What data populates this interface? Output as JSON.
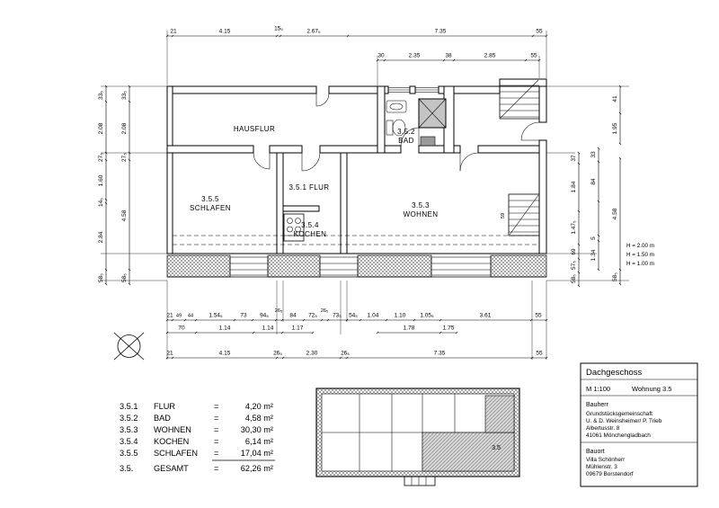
{
  "rooms": {
    "hausflur": "HAUSFLUR",
    "bad_code": "3.5.2",
    "bad": "BAD",
    "schlafen_code": "3.5.5",
    "schlafen": "SCHLAFEN",
    "flur": "3.5.1 FLUR",
    "kochen_code": "3.5.4",
    "kochen": "KOCHEN",
    "wohnen_code": "3.5.3",
    "wohnen": "WOHNEN"
  },
  "dims": {
    "t1": [
      "21",
      "4.15",
      "15₅",
      "2.67₅",
      "7.35",
      "55"
    ],
    "t2": [
      "30",
      "2.35",
      "38",
      "2.85",
      "55"
    ],
    "l_out": [
      "33₅",
      "2.08",
      "27₅",
      "1.60",
      "14₅",
      "2.84",
      "58₅"
    ],
    "l_in": [
      "33₅",
      "2.08",
      "27₅",
      "4.58",
      "58₅"
    ],
    "r_in": [
      "37",
      "1.84",
      "1.47₅",
      "69",
      "57₅",
      "58₅"
    ],
    "r_mid": [
      "33",
      "84",
      "5",
      "1.34"
    ],
    "r_out": [
      "41",
      "1.95",
      "4.58",
      "58₅"
    ],
    "b1": [
      "21",
      "49",
      "44",
      "1.54₅",
      "73",
      "94₅",
      "84",
      "72₅",
      "73₅",
      "54₅",
      "1.04",
      "1.10",
      "1.05₅",
      "3.61",
      "55"
    ],
    "b1u": [
      "26₅",
      "26₅"
    ],
    "b2": [
      "70",
      "1.14",
      "1.14",
      "1.17",
      "1.78",
      "1.75"
    ],
    "b3": [
      "21",
      "4.15",
      "26₅",
      "2.30",
      "26₅",
      "7.35",
      "55"
    ],
    "h_notes": [
      "H = 2.00 m",
      "H = 1.50 m",
      "H = 1.00 m"
    ],
    "stair": "59"
  },
  "table": {
    "eq": "=",
    "rows": [
      {
        "code": "3.5.1",
        "name": "FLUR",
        "value": "4,20 m²"
      },
      {
        "code": "3.5.2",
        "name": "BAD",
        "value": "4,58 m²"
      },
      {
        "code": "3.5.3",
        "name": "WOHNEN",
        "value": "30,30 m²"
      },
      {
        "code": "3.5.4",
        "name": "KOCHEN",
        "value": "6,14 m²"
      },
      {
        "code": "3.5.5",
        "name": "SCHLAFEN",
        "value": "17,04 m²"
      },
      {
        "code": "3.5.",
        "name": "GESAMT",
        "value": "62,26 m²"
      }
    ]
  },
  "title_block": {
    "title": "Dachgeschoss",
    "scale": "M 1:100",
    "unit": "Wohnung 3.5",
    "bauherr_label": "Bauherr",
    "bauherr_lines": [
      "Grundstücksgemeinschaft",
      "U. & D. Weinsheimer/ P. Trieb",
      "Albertusstr. 8",
      "41061 Mönchengladbach"
    ],
    "bauort_label": "Bauort",
    "bauort_lines": [
      "Villa Schönherr",
      "Mühlenstr. 3",
      "09679 Borstendorf"
    ]
  },
  "mini": {
    "unit_label": "3.5"
  }
}
